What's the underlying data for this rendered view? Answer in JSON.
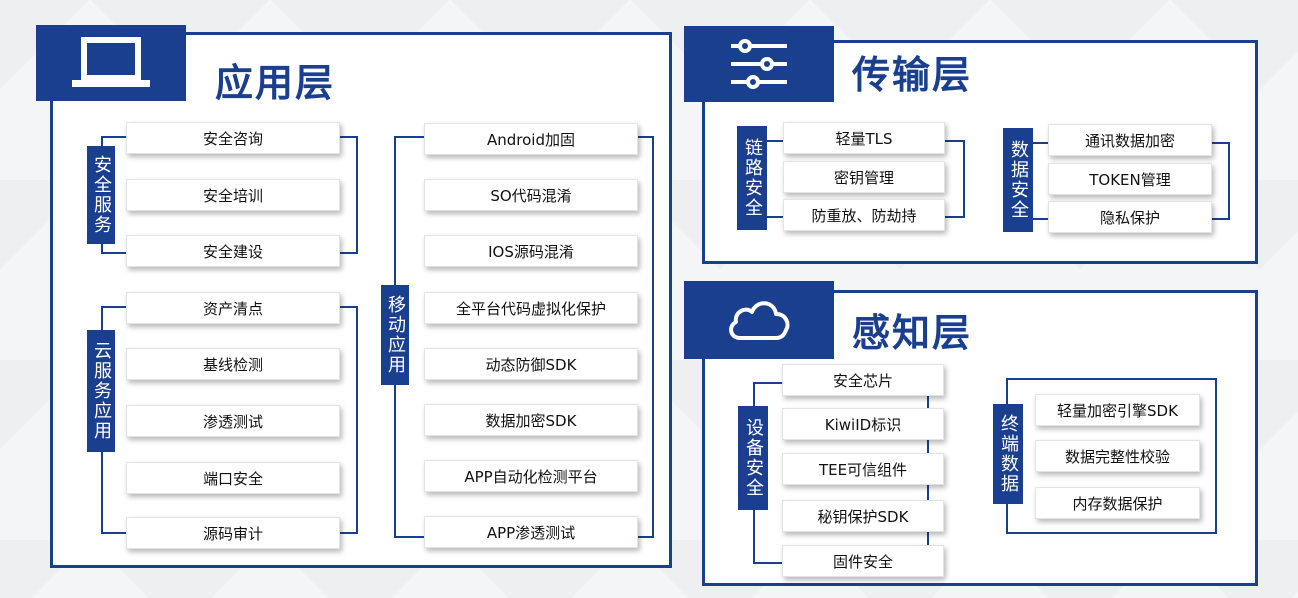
{
  "colors": {
    "accent": "#1b3f8f",
    "card": "#ffffff"
  },
  "application": {
    "title": "应用层",
    "icon": "laptop-icon",
    "groups": [
      {
        "label": "安全服务",
        "items": [
          "安全咨询",
          "安全培训",
          "安全建设"
        ]
      },
      {
        "label": "云服务应用",
        "items": [
          "资产清点",
          "基线检测",
          "渗透测试",
          "端口安全",
          "源码审计"
        ]
      },
      {
        "label": "移动应用",
        "items": [
          "Android加固",
          "SO代码混淆",
          "IOS源码混淆",
          "全平台代码虚拟化保护",
          "动态防御SDK",
          "数据加密SDK",
          "APP自动化检测平台",
          "APP渗透测试"
        ]
      }
    ]
  },
  "transport": {
    "title": "传输层",
    "icon": "sliders-icon",
    "groups": [
      {
        "label": "链路安全",
        "items": [
          "轻量TLS",
          "密钥管理",
          "防重放、防劫持"
        ]
      },
      {
        "label": "数据安全",
        "items": [
          "通讯数据加密",
          "TOKEN管理",
          "隐私保护"
        ]
      }
    ]
  },
  "perception": {
    "title": "感知层",
    "icon": "cloud-icon",
    "groups": [
      {
        "label": "设备安全",
        "items": [
          "安全芯片",
          "KiwiID标识",
          "TEE可信组件",
          "秘钥保护SDK",
          "固件安全"
        ]
      },
      {
        "label": "终端数据",
        "items": [
          "轻量加密引擎SDK",
          "数据完整性校验",
          "内存数据保护"
        ]
      }
    ]
  }
}
